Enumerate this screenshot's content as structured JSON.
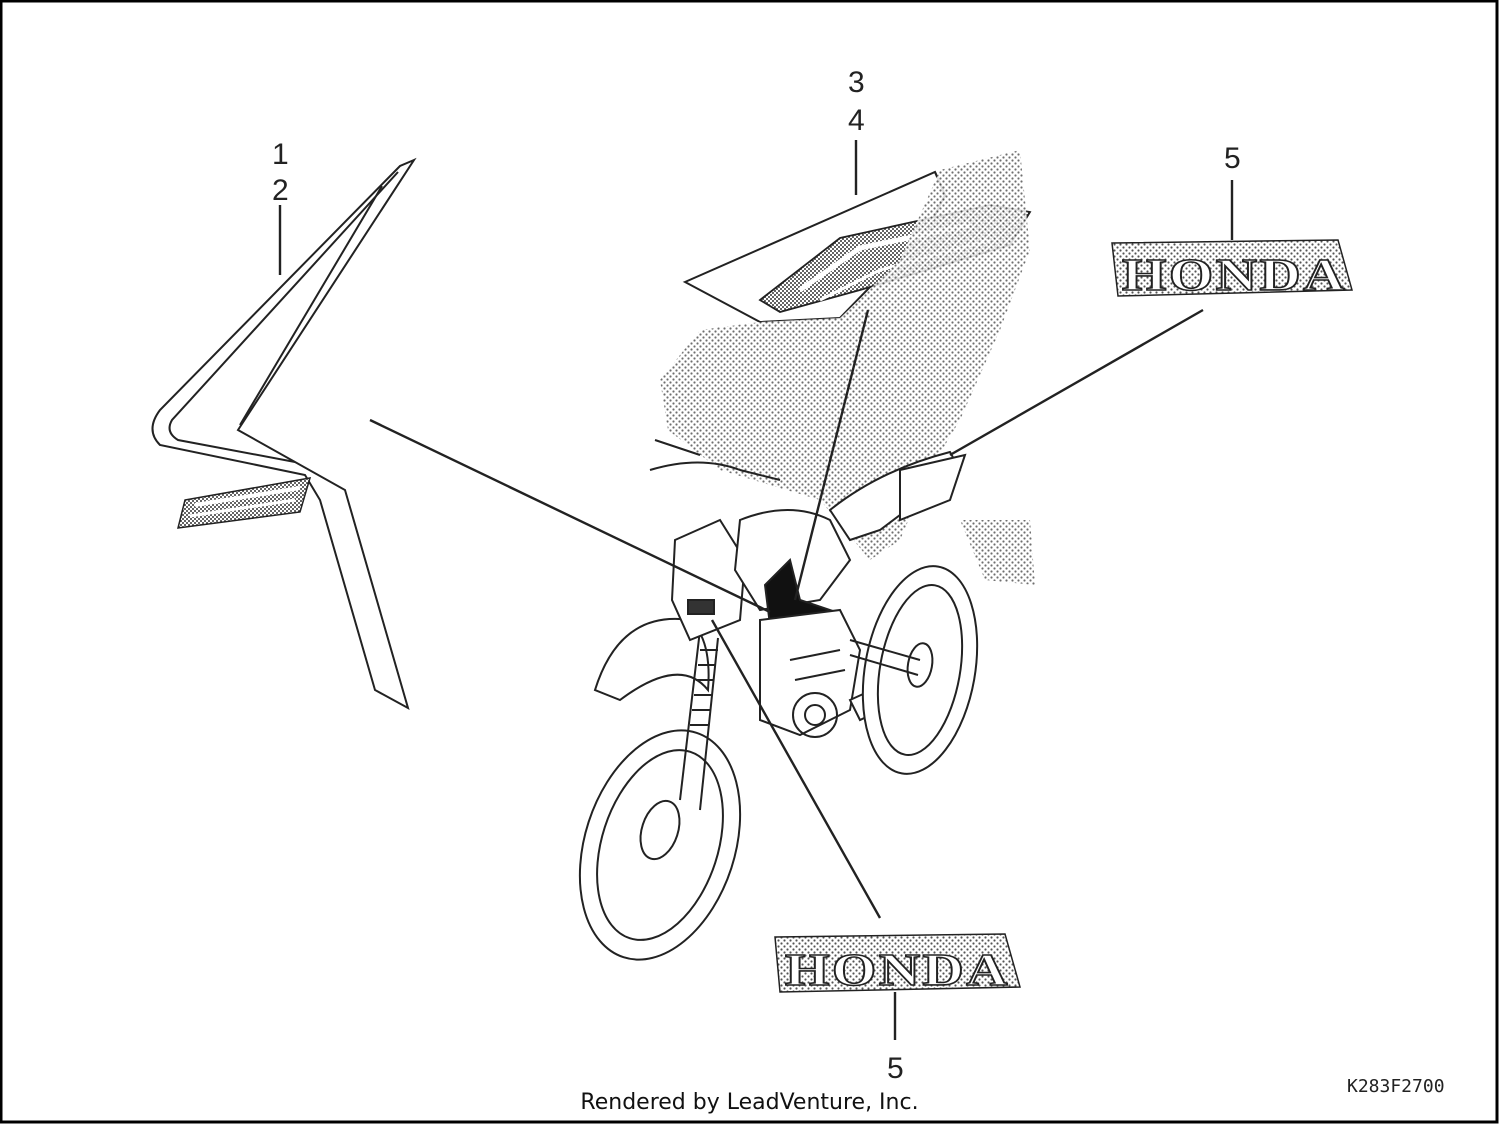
{
  "callouts": {
    "c1": "1",
    "c2": "2",
    "c3": "3",
    "c4": "4",
    "c5_top": "5",
    "c5_bottom": "5"
  },
  "emblem_text": "HONDA",
  "drawing_number": "K283F2700",
  "credit": "Rendered by LeadVenture, Inc.",
  "colors": {
    "line": "#222222",
    "background": "#ffffff",
    "border": "#000000"
  }
}
